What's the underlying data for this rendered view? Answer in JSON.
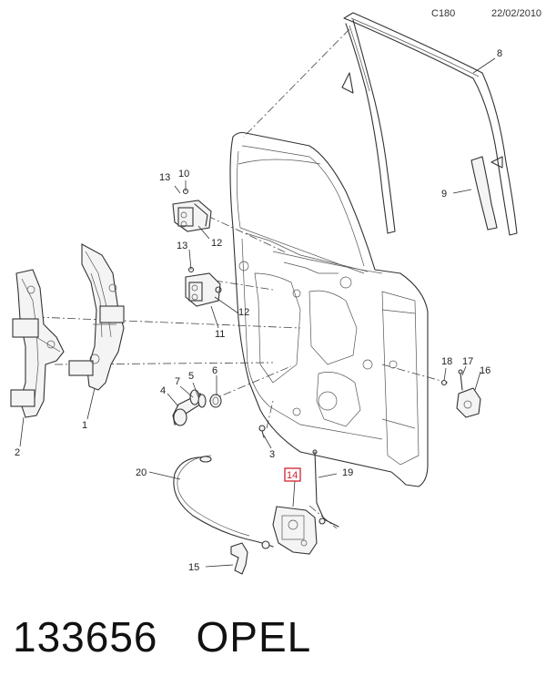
{
  "header": {
    "code": "C180",
    "date": "22/02/2010"
  },
  "callouts": {
    "c1": "1",
    "c2": "2",
    "c3": "3",
    "c4": "4",
    "c5": "5",
    "c6": "6",
    "c7": "7",
    "c8": "8",
    "c9": "9",
    "c10": "10",
    "c11": "11",
    "c12a": "12",
    "c12b": "12",
    "c13a": "13",
    "c13b": "13",
    "c14": "14",
    "c15": "15",
    "c16": "16",
    "c17": "17",
    "c18": "18",
    "c19": "19",
    "c20": "20"
  },
  "highlight_color": "#d02030",
  "footer": {
    "part_number": "133656",
    "brand": "OPEL"
  }
}
